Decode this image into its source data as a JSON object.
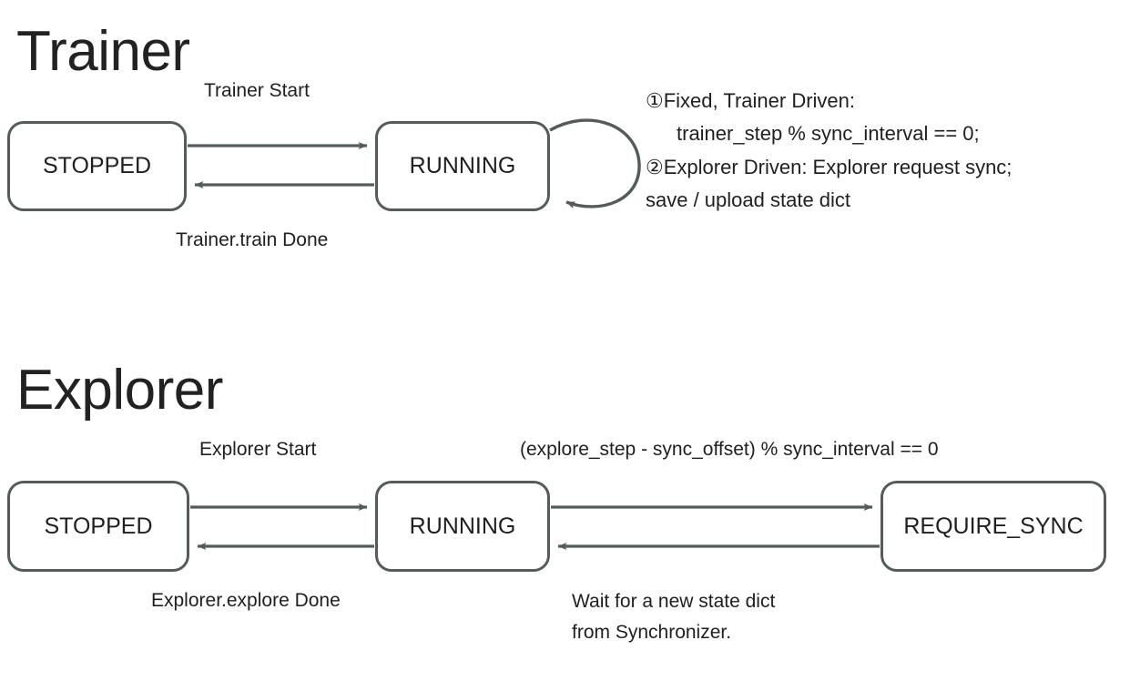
{
  "sections": [
    {
      "id": "trainer",
      "title": "Trainer",
      "states": [
        {
          "id": "trainer-stopped",
          "label": "STOPPED"
        },
        {
          "id": "trainer-running",
          "label": "RUNNING"
        }
      ],
      "transitions": [
        {
          "id": "trainer-start",
          "from": "STOPPED",
          "to": "RUNNING",
          "label": "Trainer Start"
        },
        {
          "id": "trainer-done",
          "from": "RUNNING",
          "to": "STOPPED",
          "label": "Trainer.train Done"
        },
        {
          "id": "trainer-self-loop",
          "from": "RUNNING",
          "to": "RUNNING",
          "label": ""
        }
      ]
    },
    {
      "id": "explorer",
      "title": "Explorer",
      "states": [
        {
          "id": "explorer-stopped",
          "label": "STOPPED"
        },
        {
          "id": "explorer-running",
          "label": "RUNNING"
        },
        {
          "id": "explorer-require-sync",
          "label": "REQUIRE_SYNC"
        }
      ],
      "transitions": [
        {
          "id": "explorer-start",
          "from": "STOPPED",
          "to": "RUNNING",
          "label": "Explorer Start"
        },
        {
          "id": "explorer-done",
          "from": "RUNNING",
          "to": "STOPPED",
          "label": "Explorer.explore Done"
        },
        {
          "id": "explorer-sync-condition",
          "from": "RUNNING",
          "to": "REQUIRE_SYNC",
          "label": "(explore_step - sync_offset) % sync_interval == 0"
        },
        {
          "id": "explorer-wait-sync",
          "from": "REQUIRE_SYNC",
          "to": "RUNNING",
          "label_line_1": "Wait for a new state dict",
          "label_line_2": "from Synchronizer."
        }
      ]
    }
  ],
  "note": {
    "line_1": "①Fixed, Trainer Driven:",
    "line_2": "trainer_step % sync_interval == 0;",
    "line_3": "②Explorer Driven: Explorer request sync;",
    "line_4": "save / upload state dict"
  },
  "colors": {
    "background": "#ffffff",
    "box_stroke": "#555b5b",
    "edge_stroke": "#555b5b",
    "text": "#1f1f1f",
    "title_text": "#222222"
  }
}
